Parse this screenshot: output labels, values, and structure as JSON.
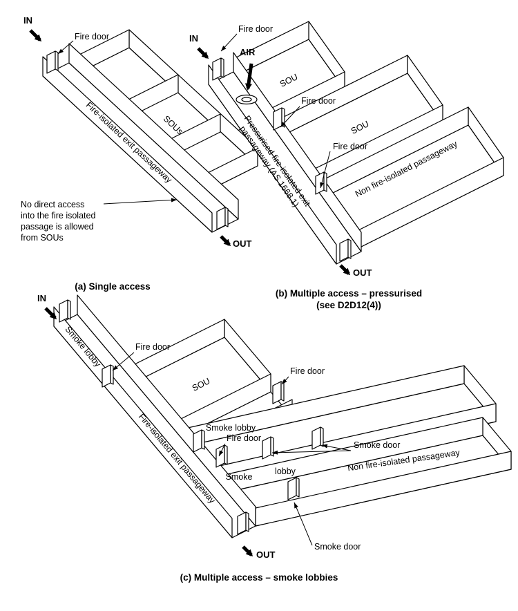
{
  "colors": {
    "ink": "#000000",
    "paper": "#ffffff"
  },
  "diagram_a": {
    "in": "IN",
    "out": "OUT",
    "fire_door": "Fire door",
    "passage": "Fire-isolated exit passageway",
    "sous": "SOUs",
    "note_line1": "No direct access",
    "note_line2": "into the fire isolated",
    "note_line3": "passage is allowed",
    "note_line4": "from SOUs",
    "caption": "(a) Single access"
  },
  "diagram_b": {
    "in": "IN",
    "out": "OUT",
    "air": "AIR",
    "fire_door": "Fire door",
    "passage_line1": "Pressurised fire-isolated exit",
    "passage_line2": "passageway (AS 1668.1)",
    "sou": "SOU",
    "non_fire": "Non fire-isolated passageway",
    "caption_line1": "(b) Multiple access – pressurised",
    "caption_line2": "(see D2D12(4))"
  },
  "diagram_c": {
    "in": "IN",
    "out": "OUT",
    "fire_door": "Fire door",
    "smoke_door": "Smoke door",
    "smoke_lobby": "Smoke lobby",
    "smoke": "Smoke",
    "lobby": "lobby",
    "sou": "SOU",
    "non_fire": "Non fire-isolated passageway",
    "passage": "Fire-isolated exit passageway",
    "caption": "(c) Multiple access – smoke lobbies"
  }
}
